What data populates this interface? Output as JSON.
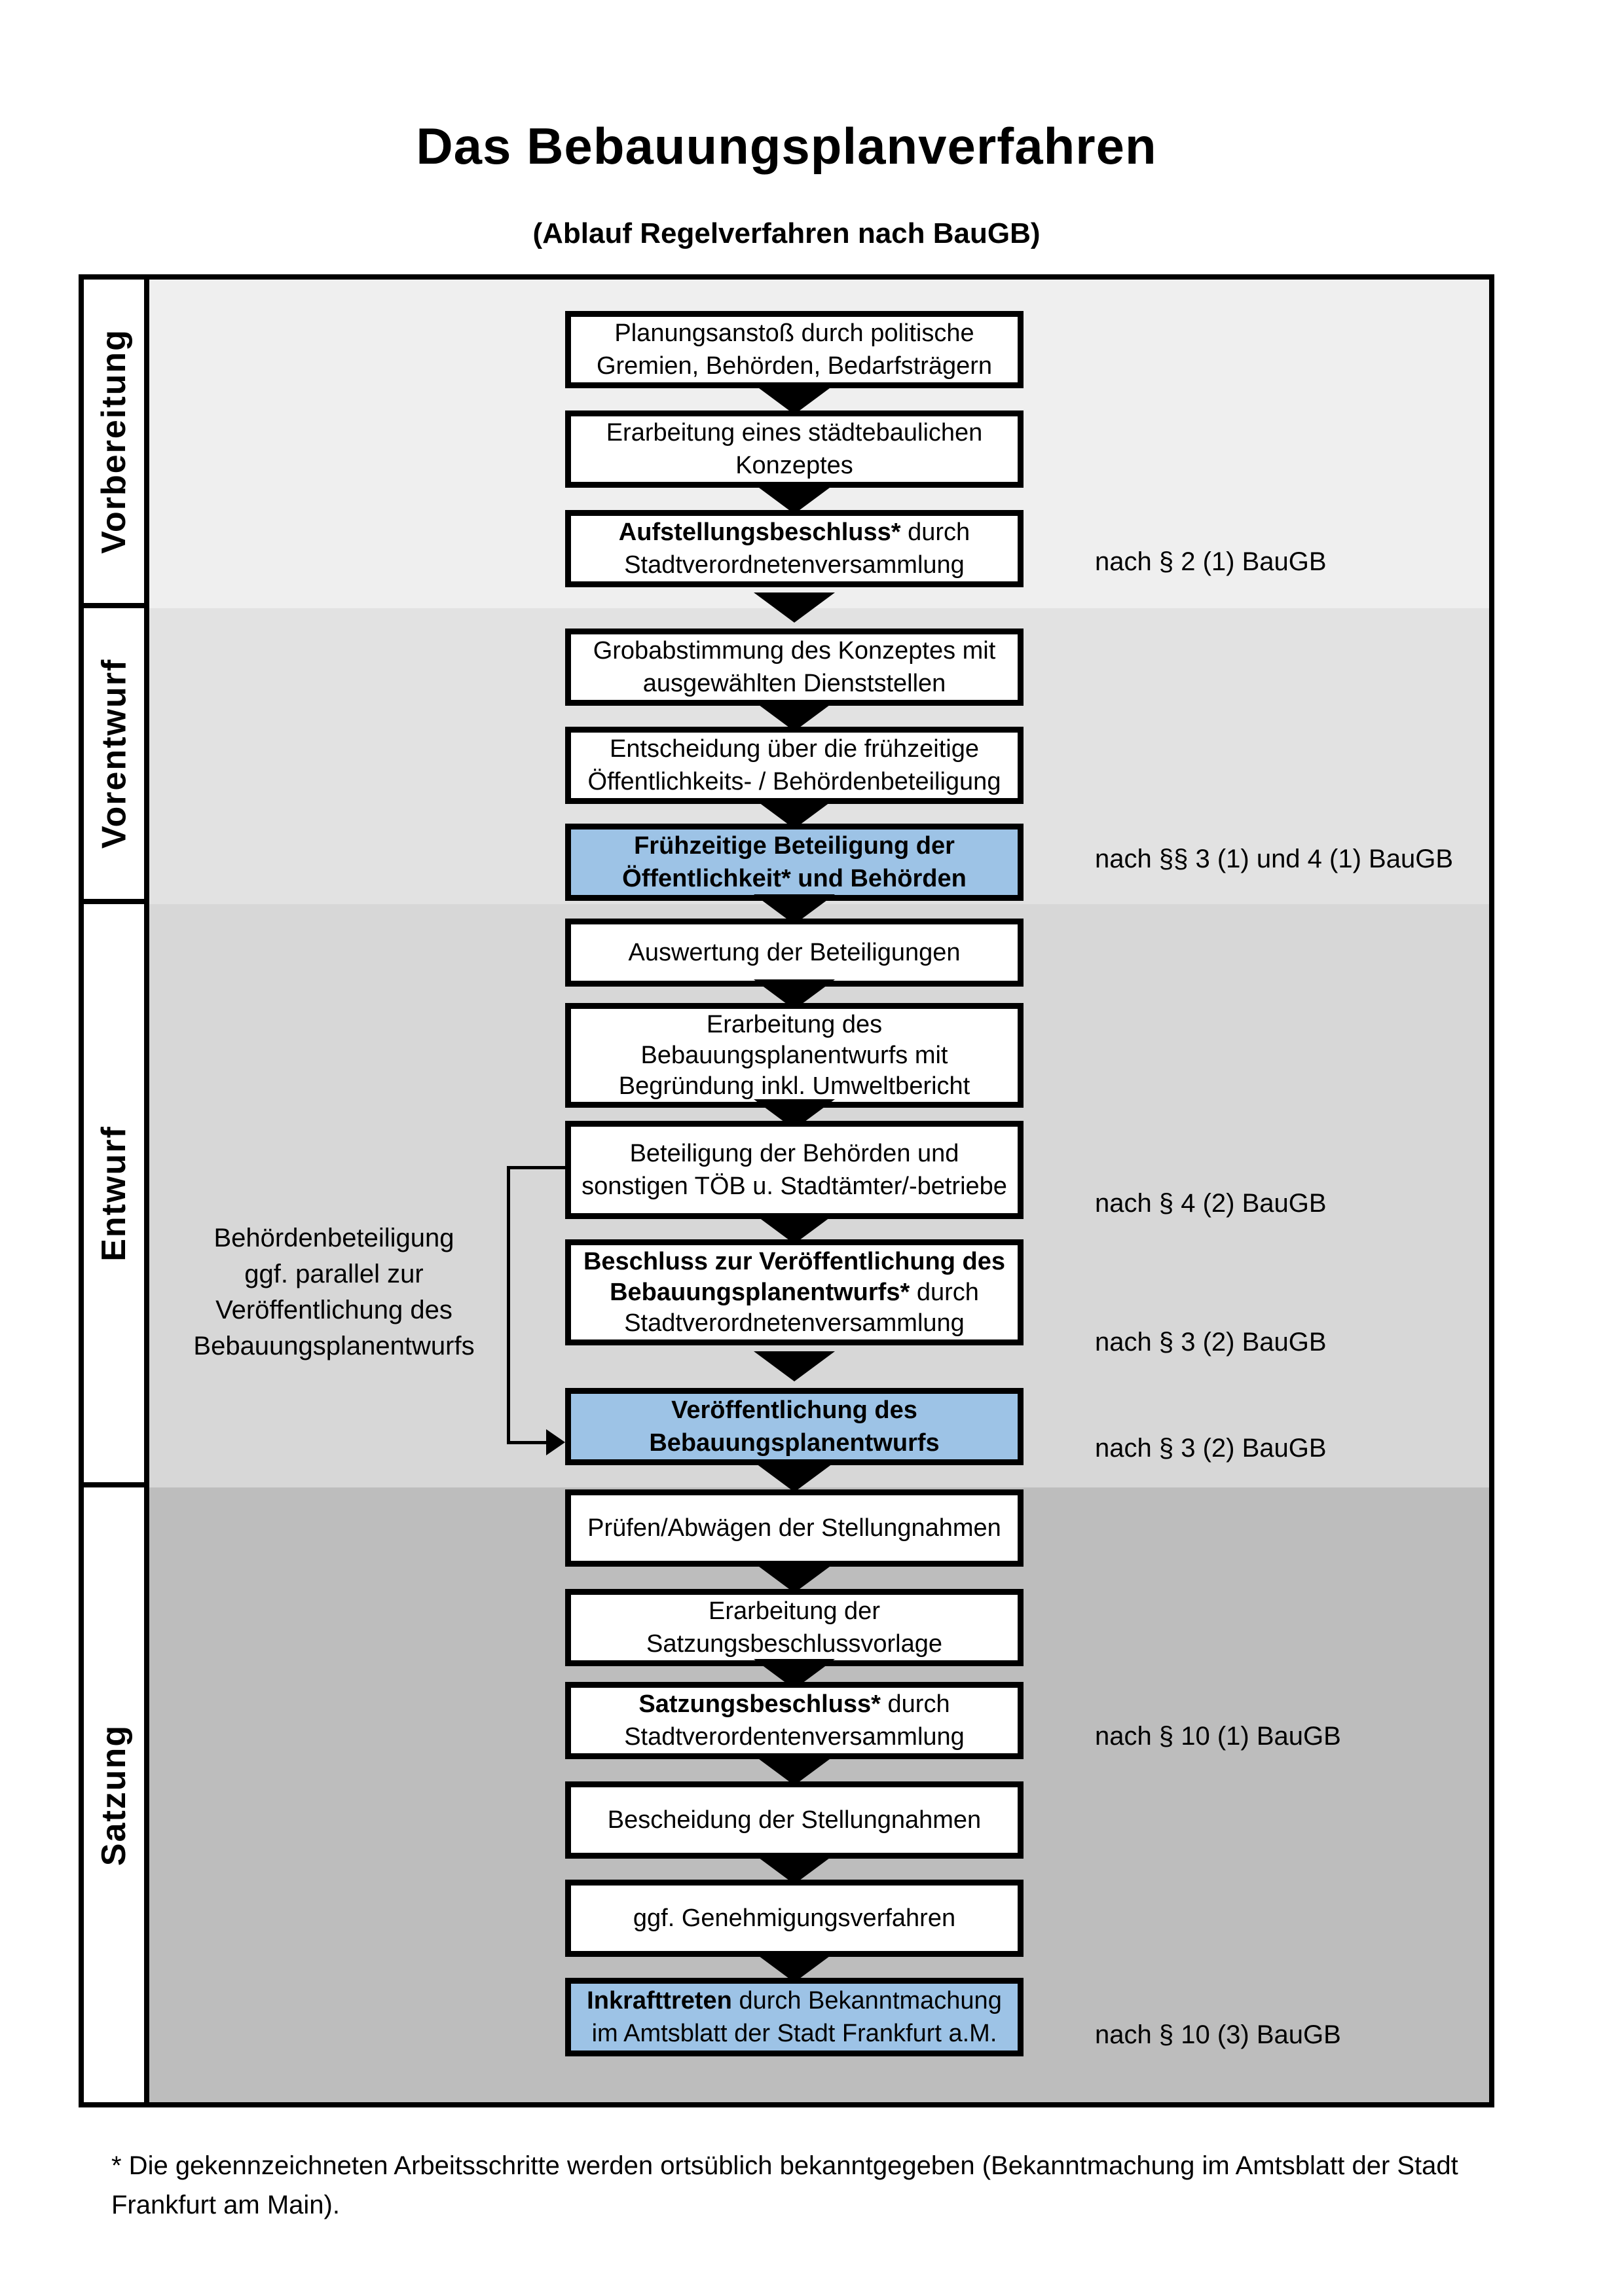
{
  "title": "Das Bebauungsplanverfahren",
  "subtitle": "(Ablauf Regelverfahren nach BauGB)",
  "colors": {
    "highlight_box": "#9dc3e6",
    "phase_bg": [
      "#efefef",
      "#e2e2e2",
      "#d7d7d7",
      "#bdbdbd"
    ],
    "box_border": "#000000",
    "box_bg": "#ffffff"
  },
  "phases": [
    {
      "label": "Vorbereitung"
    },
    {
      "label": "Vorentwurf"
    },
    {
      "label": "Entwurf"
    },
    {
      "label": "Satzung"
    }
  ],
  "boxes": {
    "b1": {
      "l1": "Planungsanstoß durch politische",
      "l2": "Gremien, Behörden, Bedarfsträgern"
    },
    "b2": {
      "l1": "Erarbeitung eines städtebaulichen",
      "l2": "Konzeptes"
    },
    "b3": {
      "l1b": "Aufstellungsbeschluss*",
      "l1r": " durch",
      "l2": "Stadtverordnetenversammlung"
    },
    "b4": {
      "l1": "Grobabstimmung des Konzeptes mit",
      "l2": "ausgewählten Dienststellen"
    },
    "b5": {
      "l1": "Entscheidung über die frühzeitige",
      "l2": "Öffentlichkeits- / Behördenbeteiligung"
    },
    "b6": {
      "l1": "Frühzeitige Beteiligung der",
      "l2": "Öffentlichkeit* und Behörden"
    },
    "b7": {
      "l1": "Auswertung der Beteiligungen"
    },
    "b8": {
      "l1": "Erarbeitung des",
      "l2": "Bebauungsplanentwurfs mit",
      "l3": "Begründung inkl. Umweltbericht"
    },
    "b9": {
      "l1": "Beteiligung der Behörden und",
      "l2": "sonstigen TÖB u. Stadtämter/-betriebe"
    },
    "b10": {
      "l1": "Beschluss zur Veröffentlichung des",
      "l2b": "Bebauungsplanentwurfs*",
      "l2r": " durch",
      "l3": "Stadtverordnetenversammlung"
    },
    "b11": {
      "l1": "Veröffentlichung des",
      "l2": "Bebauungsplanentwurfs"
    },
    "b12": {
      "l1": "Prüfen/Abwägen der Stellungnahmen"
    },
    "b13": {
      "l1": "Erarbeitung der",
      "l2": "Satzungsbeschlussvorlage"
    },
    "b14": {
      "l1b": "Satzungsbeschluss*",
      "l1r": " durch",
      "l2": "Stadtverordentenversammlung"
    },
    "b15": {
      "l1": "Bescheidung der Stellungnahmen"
    },
    "b16": {
      "l1": "ggf. Genehmigungsverfahren"
    },
    "b17": {
      "l1b": "Inkrafttreten",
      "l1r": " durch Bekanntmachung",
      "l2": "im Amtsblatt der Stadt Frankfurt a.M."
    }
  },
  "side_note": {
    "lines": [
      "Behördenbeteiligung",
      "ggf. parallel zur",
      "Veröffentlichung des",
      "Bebauungsplanentwurfs"
    ]
  },
  "refs": [
    "nach § 2 (1) BauGB",
    "nach §§ 3 (1) und 4 (1) BauGB",
    "nach § 4 (2) BauGB",
    "nach § 3 (2) BauGB",
    "nach § 3 (2) BauGB",
    "nach § 10 (1) BauGB",
    "nach § 10 (3) BauGB"
  ],
  "footnote": {
    "lines": [
      "* Die gekennzeichneten Arbeitsschritte werden ortsüblich bekanntgegeben (Bekanntmachung im Amtsblatt  der Stadt",
      "Frankfurt am Main)."
    ]
  }
}
